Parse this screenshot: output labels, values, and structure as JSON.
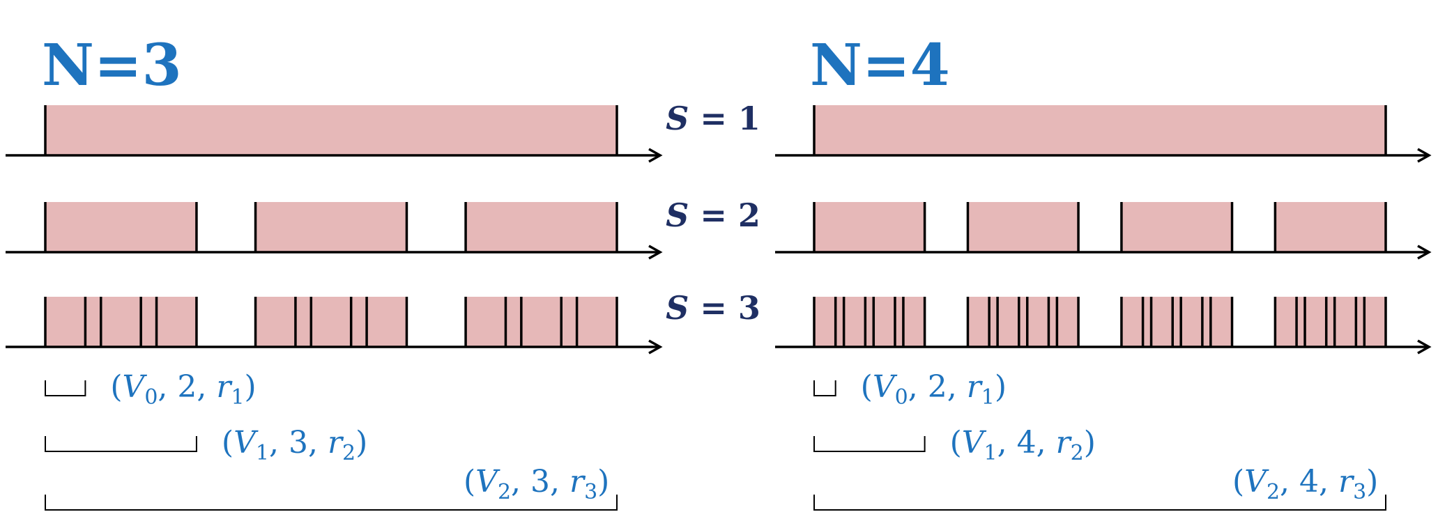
{
  "colors": {
    "title": "#1e73be",
    "bar": "#e6b8b8",
    "s_label": "#1f2f63",
    "tuple": "#1e73be",
    "axis": "#000000"
  },
  "s_labels": [
    {
      "var": "S",
      "eq": " = ",
      "val": "1"
    },
    {
      "var": "S",
      "eq": " = ",
      "val": "2"
    },
    {
      "var": "S",
      "eq": " = ",
      "val": "3"
    }
  ],
  "panels": [
    {
      "title": "N=3",
      "n": 3,
      "tuples": [
        {
          "v": "V",
          "vsub": "0",
          "mid": "2",
          "r": "r",
          "rsub": "1"
        },
        {
          "v": "V",
          "vsub": "1",
          "mid": "3",
          "r": "r",
          "rsub": "2"
        },
        {
          "v": "V",
          "vsub": "2",
          "mid": "3",
          "r": "r",
          "rsub": "3"
        }
      ]
    },
    {
      "title": "N=4",
      "n": 4,
      "tuples": [
        {
          "v": "V",
          "vsub": "0",
          "mid": "2",
          "r": "r",
          "rsub": "1"
        },
        {
          "v": "V",
          "vsub": "1",
          "mid": "4",
          "r": "r",
          "rsub": "2"
        },
        {
          "v": "V",
          "vsub": "2",
          "mid": "4",
          "r": "r",
          "rsub": "3"
        }
      ]
    }
  ]
}
